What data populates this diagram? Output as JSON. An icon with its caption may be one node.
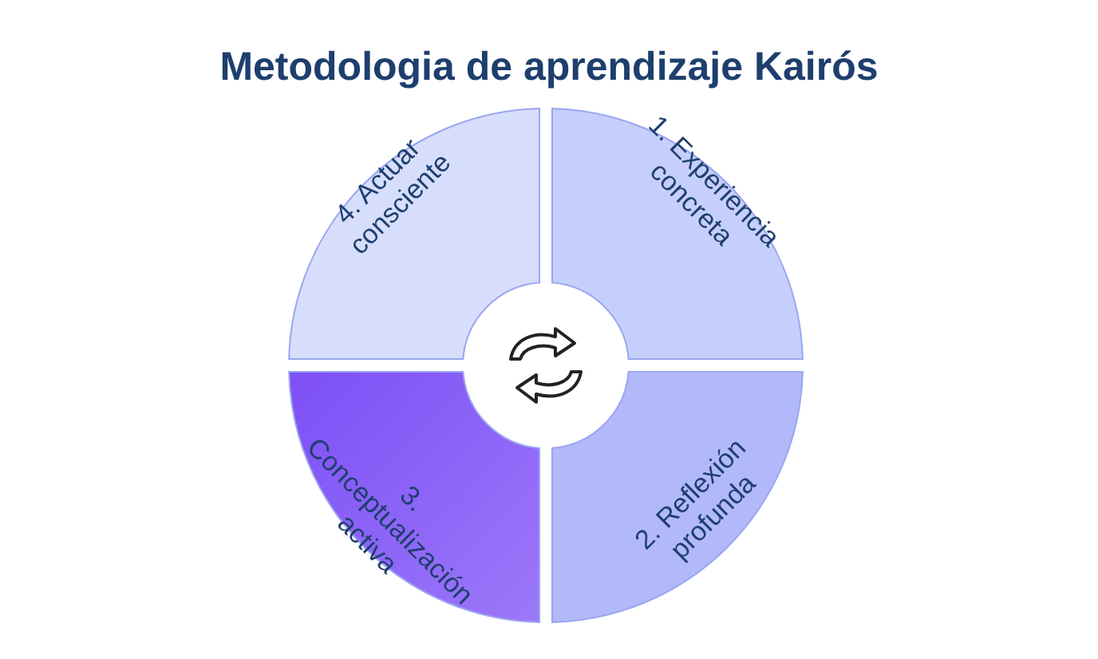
{
  "diagram": {
    "title": "Metodologia de aprendizaje Kairós",
    "nodes": [
      {
        "text": [
          "1. Experiencia concreta"
        ]
      },
      {
        "text": [
          "2. Reflexión profunda"
        ]
      },
      {
        "text": [
          "3. Conceptualización activa"
        ]
      },
      {
        "text": [
          "4. Actuar consciente"
        ]
      }
    ]
  }
}
